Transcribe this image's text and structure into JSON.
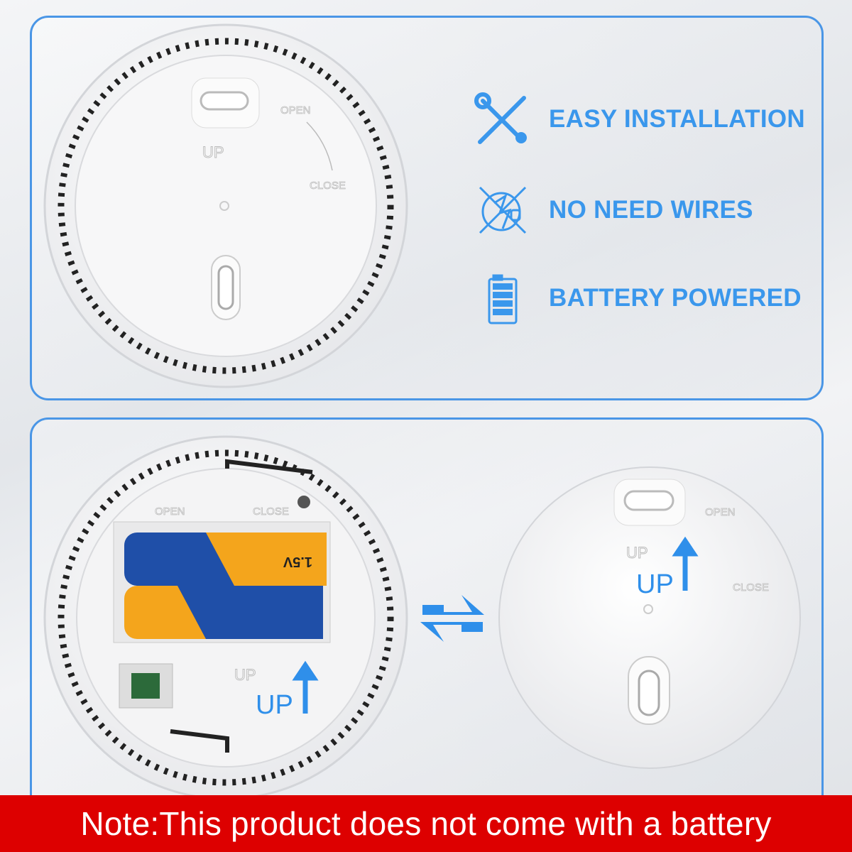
{
  "features": [
    {
      "icon": "tools-icon",
      "label": "EASY INSTALLATION"
    },
    {
      "icon": "no-wires-icon",
      "label": "NO NEED WIRES"
    },
    {
      "icon": "battery-icon",
      "label": "BATTERY POWERED"
    }
  ],
  "device_labels": {
    "open": "OPEN",
    "close": "CLOSE",
    "up": "UP",
    "up_big": "UP",
    "battery_voltage": "1.5V"
  },
  "note": "Note:This product does not come with a battery",
  "colors": {
    "accent": "#3a97ec",
    "panel_border": "#4a96e6",
    "note_bg": "#dd0000",
    "battery_blue": "#1f4fa8",
    "battery_orange": "#f4a51c"
  }
}
